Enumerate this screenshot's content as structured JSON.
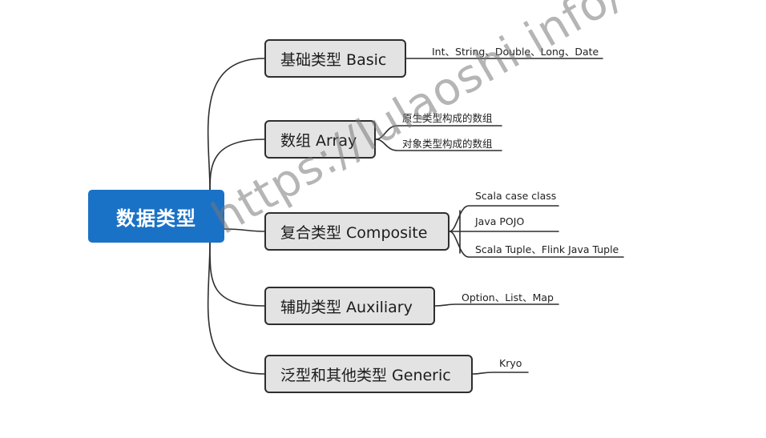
{
  "root": {
    "label": "数据类型"
  },
  "branches": [
    {
      "label": "基础类型 Basic",
      "children": [
        "Int、String、Double、Long、Date"
      ]
    },
    {
      "label": "数组 Array",
      "children": [
        "原生类型构成的数组",
        "对象类型构成的数组"
      ]
    },
    {
      "label": "复合类型 Composite",
      "children": [
        "Scala case class",
        "Java POJO",
        "Scala Tuple、Flink Java Tuple"
      ]
    },
    {
      "label": "辅助类型 Auxiliary",
      "children": [
        "Option、List、Map"
      ]
    },
    {
      "label": "泛型和其他类型 Generic",
      "children": [
        "Kryo"
      ]
    }
  ],
  "watermark": "https://lulaoshi.info/",
  "colors": {
    "root_fill": "#1a72c6",
    "topic_fill": "#e3e3e3",
    "line": "#2e2e2e"
  }
}
